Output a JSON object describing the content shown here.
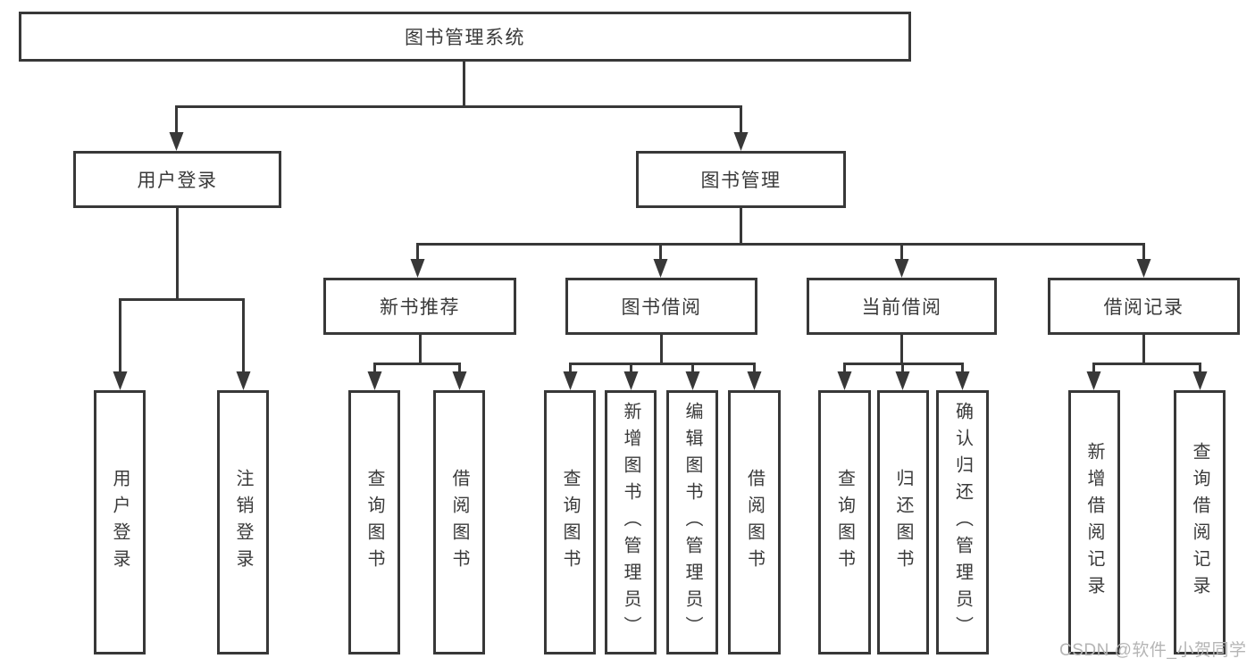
{
  "diagram": {
    "root": {
      "label": "图书管理系统"
    },
    "level2": [
      {
        "label": "用户登录"
      },
      {
        "label": "图书管理"
      }
    ],
    "level3": [
      {
        "label": "新书推荐"
      },
      {
        "label": "图书借阅"
      },
      {
        "label": "当前借阅"
      },
      {
        "label": "借阅记录"
      }
    ],
    "leaves": [
      {
        "label": "用户登录"
      },
      {
        "label": "注销登录"
      },
      {
        "label": "查询图书"
      },
      {
        "label": "借阅图书"
      },
      {
        "label": "查询图书"
      },
      {
        "label": "新增图书（管理员）"
      },
      {
        "label": "编辑图书（管理员）"
      },
      {
        "label": "借阅图书"
      },
      {
        "label": "查询图书"
      },
      {
        "label": "归还图书"
      },
      {
        "label": "确认归还（管理员）"
      },
      {
        "label": "新增借阅记录"
      },
      {
        "label": "查询借阅记录"
      }
    ]
  },
  "watermark": {
    "text": "CSDN @软件_小贺同学"
  },
  "colors": {
    "line": "#383838",
    "text": "#3a3a3a",
    "watermark": "#b5b5b5",
    "background": "#ffffff"
  }
}
